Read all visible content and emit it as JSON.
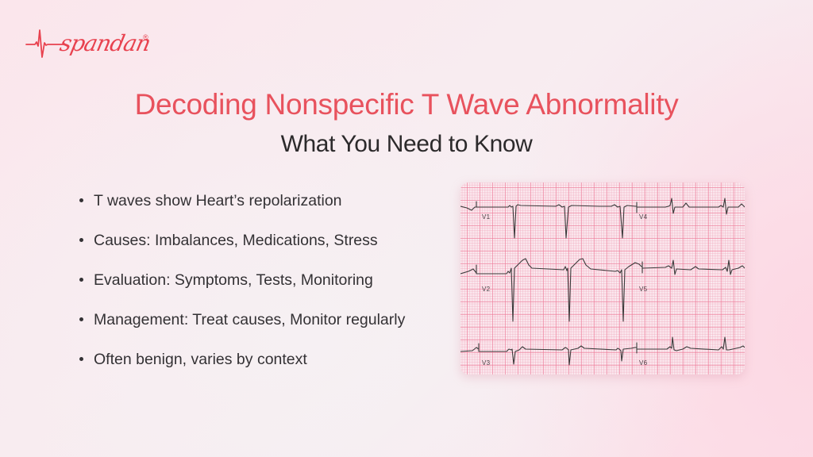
{
  "brand": {
    "name": "spandan",
    "registered_mark": "®",
    "color": "#e8424f",
    "icon": "ecg-pulse-icon"
  },
  "header": {
    "title": "Decoding Nonspecific T Wave Abnormality",
    "subtitle": "What You Need to Know",
    "title_color": "#e8525d",
    "subtitle_color": "#2c2a2b"
  },
  "bullets": [
    {
      "text": "T waves show Heart’s repolarization"
    },
    {
      "text": "Causes: Imbalances, Medications, Stress"
    },
    {
      "text": "Evaluation: Symptoms, Tests, Monitoring"
    },
    {
      "text": "Management: Treat causes, Monitor regularly"
    },
    {
      "text": "Often benign, varies by context"
    }
  ],
  "ecg_image": {
    "description": "12-lead ECG strip excerpt showing precordial leads",
    "leads": [
      {
        "label": "V1"
      },
      {
        "label": "V4"
      },
      {
        "label": "V2"
      },
      {
        "label": "V5"
      },
      {
        "label": "V3"
      },
      {
        "label": "V6"
      }
    ],
    "grid_color": "#ee7896",
    "paper_color": "#fbe9ef",
    "trace_color": "#3a3a3a"
  }
}
